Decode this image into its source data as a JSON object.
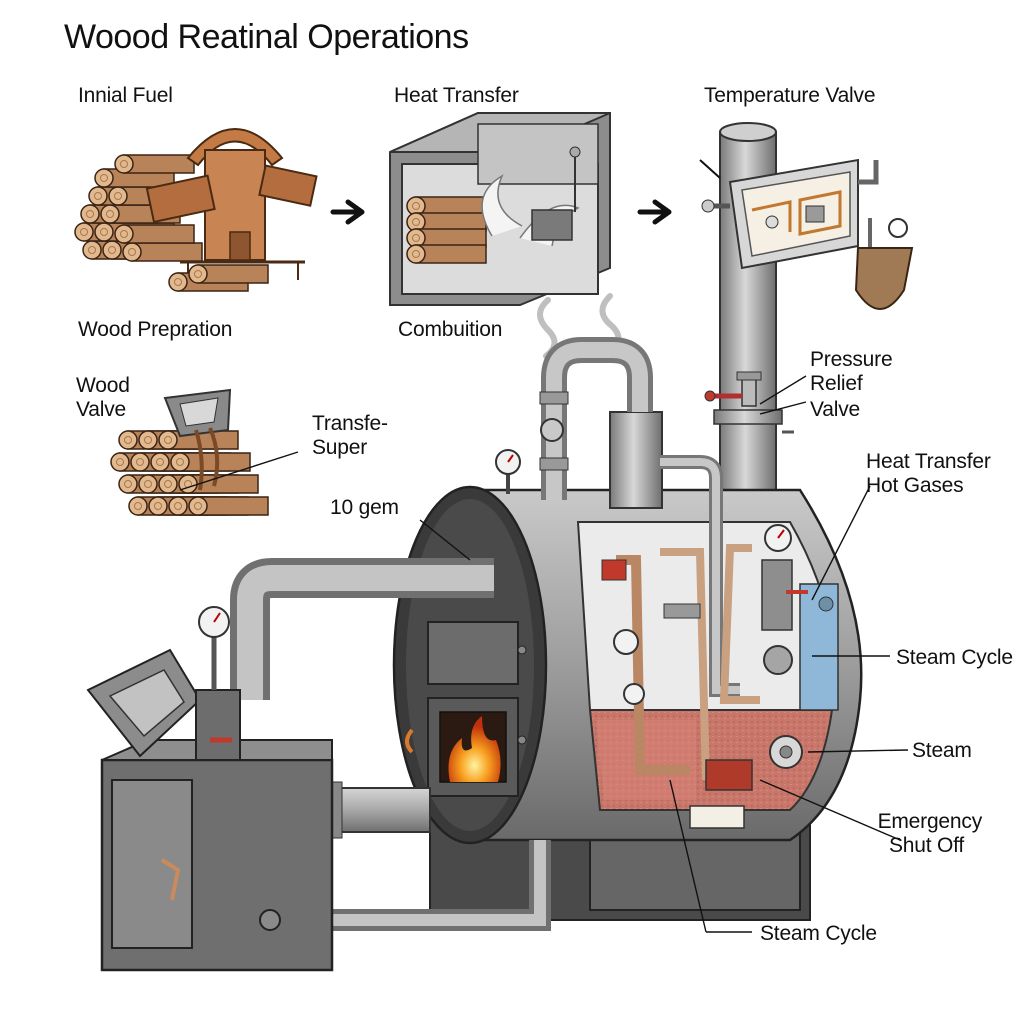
{
  "title": "Woood Reatinal Operations",
  "labels": {
    "innial_fuel": "Innial Fuel",
    "wood_preparation": "Wood Prepration",
    "heat_transfer_top": "Heat Transfer",
    "combustion": "Combuition",
    "temperature_valve": "Temperature Valve",
    "wood_valve_1": "Wood",
    "wood_valve_2": "Valve",
    "transfe_super_1": "Transfe-",
    "transfe_super_2": "Super",
    "gem": "10 gem",
    "pressure_relief_1": "Pressure",
    "pressure_relief_2": "Relief",
    "pressure_relief_3": "Valve",
    "heat_transfer_hot_1": "Heat Transfer",
    "heat_transfer_hot_2": "Hot Gases",
    "steam_cycle_right": "Steam Cycle",
    "steam": "Steam",
    "emergency_1": "Emergency",
    "emergency_2": "Shut Off",
    "steam_cycle_bottom": "Steam Cycle"
  },
  "icons": [
    "arrow-right-icon",
    "flame-icon",
    "pressure-gauge-icon",
    "steam-icon",
    "log-pile-icon"
  ],
  "colors": {
    "steel": "#9a9a9a",
    "steel_dark": "#555555",
    "wood": "#b9835a",
    "copper": "#c98b5e",
    "fire": "#f07a1a",
    "firebox_lining": "#d77a6e",
    "water_blue": "#8fb8d8"
  }
}
